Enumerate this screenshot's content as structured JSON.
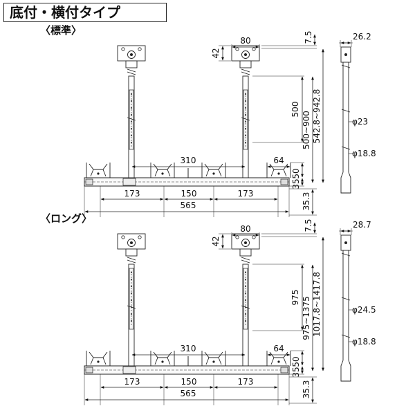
{
  "title": "底付・横付タイプ",
  "sections": [
    {
      "heading": "〈標準〉",
      "dims": {
        "bracket_width": "80",
        "bracket_height": "42",
        "top_offset": "7.5",
        "tube_diameter": "26.2",
        "pipe_length": "500",
        "adjust_range": "500~900",
        "total_height": "542.8~942.8",
        "outer_diameter": "φ23",
        "inner_diameter": "φ18.8",
        "pole_spacing": "310",
        "hook_width": "64",
        "hook_height": "50",
        "rail_height": "35",
        "bottom_offset": "35.3",
        "side_gap_left": "173",
        "center_gap": "150",
        "side_gap_right": "173",
        "overall_width": "565"
      }
    },
    {
      "heading": "〈ロング〉",
      "dims": {
        "bracket_width": "80",
        "bracket_height": "42",
        "top_offset": "7.5",
        "tube_diameter": "28.7",
        "pipe_length": "975",
        "adjust_range": "975~1375",
        "total_height": "1017.8~1417.8",
        "outer_diameter": "φ24.5",
        "inner_diameter": "φ18.8",
        "pole_spacing": "310",
        "hook_width": "64",
        "hook_height": "50",
        "rail_height": "35",
        "bottom_offset": "35.3",
        "side_gap_left": "173",
        "center_gap": "150",
        "side_gap_right": "173",
        "overall_width": "565"
      }
    }
  ]
}
